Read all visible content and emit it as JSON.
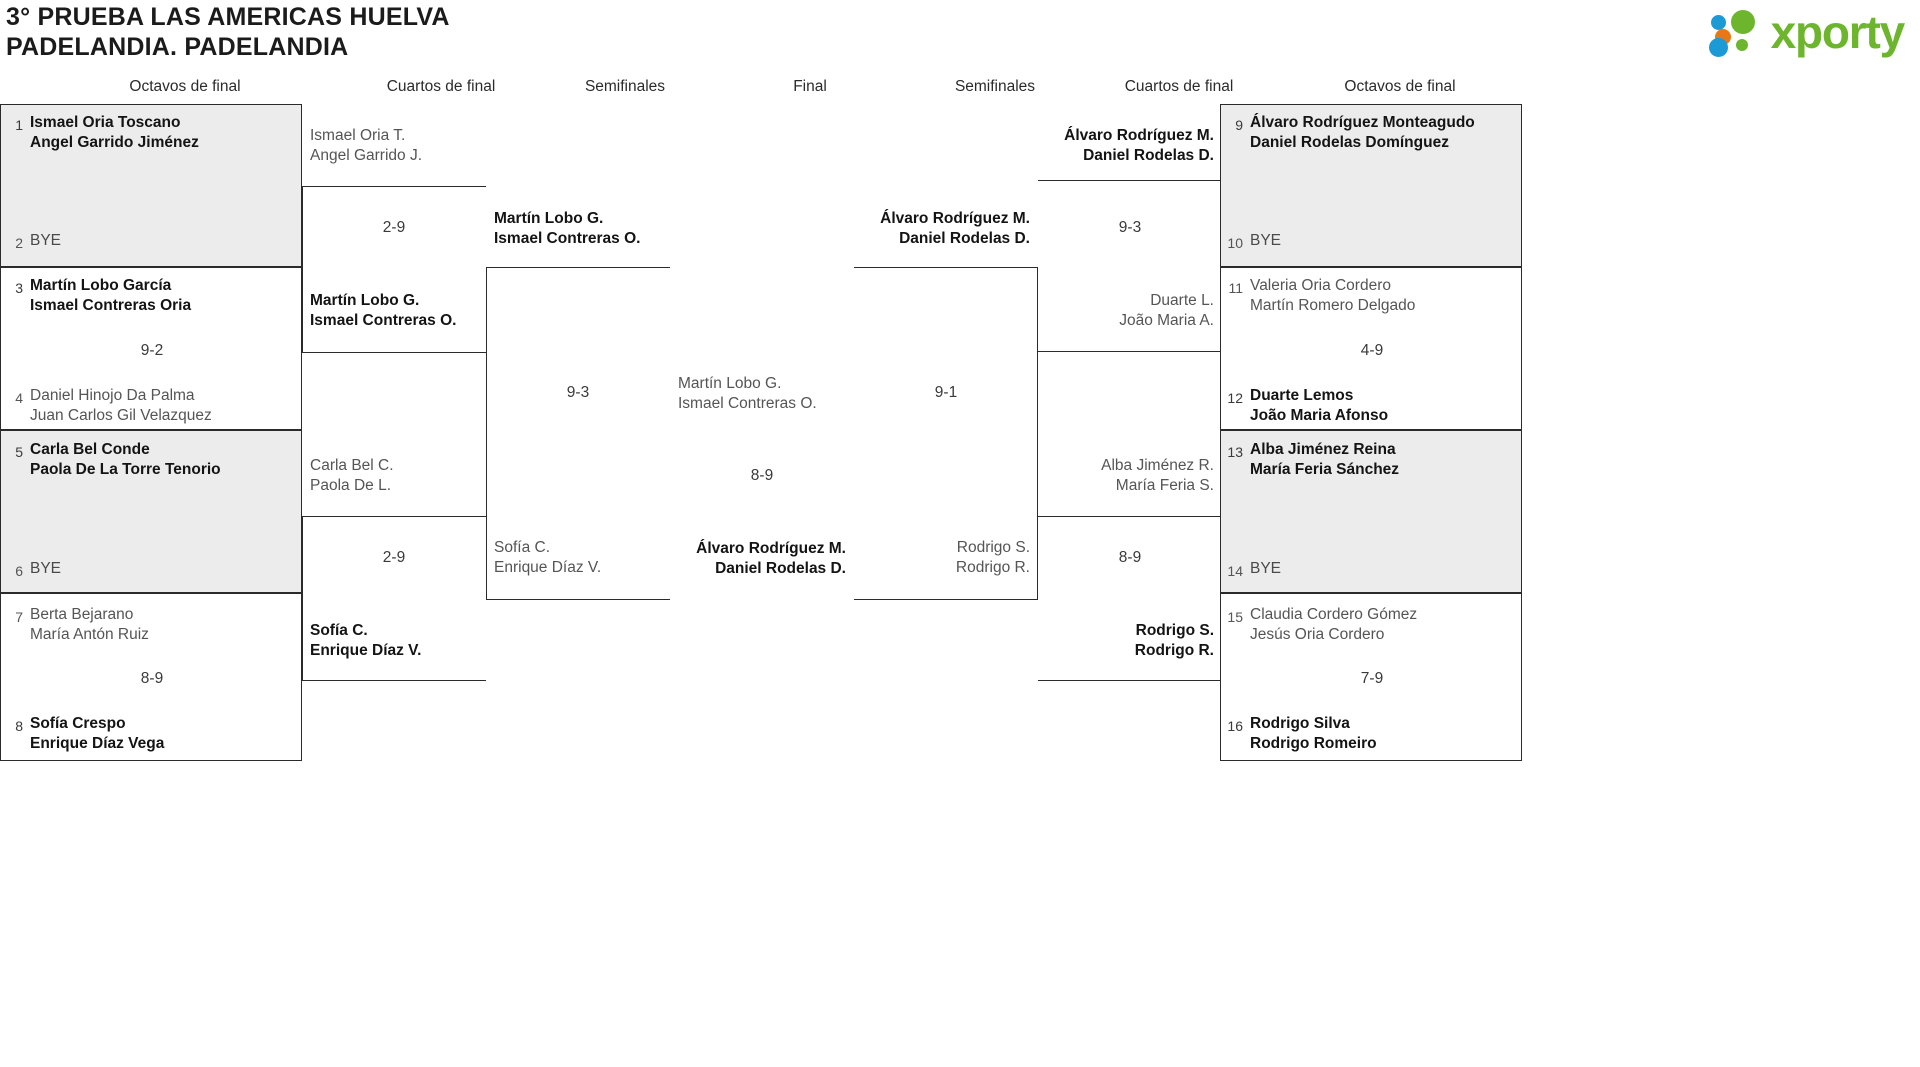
{
  "header": {
    "title": "3° PRUEBA LAS AMERICAS HUELVA\nPADELANDIA. PADELANDIA",
    "logo_text": "xporty",
    "logo_colors": {
      "green": "#6cb52d",
      "blue": "#1b9ad6",
      "orange": "#e8771a"
    }
  },
  "rounds": {
    "r16_left": "Octavos de final",
    "qf_left": "Cuartos de final",
    "sf_left": "Semifinales",
    "final": "Final",
    "sf_right": "Semifinales",
    "qf_right": "Cuartos de final",
    "r16_right": "Octavos de final"
  },
  "bracket": {
    "left_r16": [
      {
        "seed": "1",
        "names": "Ismael Oria Toscano\nAngel Garrido Jiménez",
        "winner": true,
        "bye": false
      },
      {
        "seed": "2",
        "names": "BYE",
        "winner": false,
        "bye": true
      },
      {
        "seed": "3",
        "names": "Martín Lobo García\nIsmael Contreras Oria",
        "winner": true,
        "bye": false
      },
      {
        "seed": "4",
        "names": "Daniel Hinojo Da Palma\nJuan Carlos Gil Velazquez",
        "winner": false,
        "bye": false
      },
      {
        "seed": "5",
        "names": "Carla Bel Conde\nPaola De La Torre Tenorio",
        "winner": true,
        "bye": false
      },
      {
        "seed": "6",
        "names": "BYE",
        "winner": false,
        "bye": true
      },
      {
        "seed": "7",
        "names": "Berta Bejarano\nMaría Antón Ruiz",
        "winner": false,
        "bye": false
      },
      {
        "seed": "8",
        "names": "Sofía Crespo\nEnrique Díaz Vega",
        "winner": true,
        "bye": false
      }
    ],
    "left_r16_scores": [
      "",
      "9-2",
      "",
      "8-9"
    ],
    "right_r16": [
      {
        "seed": "9",
        "names": "Álvaro Rodríguez Monteagudo\nDaniel Rodelas Domínguez",
        "winner": true,
        "bye": false
      },
      {
        "seed": "10",
        "names": "BYE",
        "winner": false,
        "bye": true
      },
      {
        "seed": "11",
        "names": "Valeria Oria Cordero\nMartín Romero Delgado",
        "winner": false,
        "bye": false
      },
      {
        "seed": "12",
        "names": "Duarte Lemos\nJoão Maria Afonso",
        "winner": true,
        "bye": false
      },
      {
        "seed": "13",
        "names": "Alba Jiménez Reina\nMaría Feria Sánchez",
        "winner": true,
        "bye": false
      },
      {
        "seed": "14",
        "names": "BYE",
        "winner": false,
        "bye": true
      },
      {
        "seed": "15",
        "names": "Claudia Cordero Gómez\nJesús Oria Cordero",
        "winner": false,
        "bye": false
      },
      {
        "seed": "16",
        "names": "Rodrigo Silva\nRodrigo Romeiro",
        "winner": true,
        "bye": false
      }
    ],
    "right_r16_scores": [
      "",
      "4-9",
      "",
      "7-9"
    ],
    "left_qf": [
      {
        "names": "Ismael Oria T.\nAngel Garrido J.",
        "winner": false
      },
      {
        "names": "Martín Lobo G.\nIsmael Contreras O.",
        "winner": true
      },
      {
        "names": "Carla Bel C.\nPaola De L.",
        "winner": false
      },
      {
        "names": "Sofía C.\nEnrique Díaz V.",
        "winner": true
      }
    ],
    "left_qf_scores": [
      "2-9",
      "2-9"
    ],
    "right_qf": [
      {
        "names": "Álvaro Rodríguez M.\nDaniel Rodelas D.",
        "winner": true
      },
      {
        "names": "Duarte L.\nJoão Maria A.",
        "winner": false
      },
      {
        "names": "Alba Jiménez R.\nMaría Feria S.",
        "winner": false
      },
      {
        "names": "Rodrigo S.\nRodrigo R.",
        "winner": true
      }
    ],
    "right_qf_scores": [
      "9-3",
      "8-9"
    ],
    "left_sf": [
      {
        "names": "Martín Lobo G.\nIsmael Contreras O.",
        "winner": true
      },
      {
        "names": "Sofía C.\nEnrique Díaz V.",
        "winner": false
      }
    ],
    "left_sf_score": "9-3",
    "right_sf": [
      {
        "names": "Álvaro Rodríguez M.\nDaniel Rodelas D.",
        "winner": true
      },
      {
        "names": "Rodrigo S.\nRodrigo R.",
        "winner": false
      }
    ],
    "right_sf_score": "9-1",
    "final": {
      "finalist_left": {
        "names": "Martín Lobo G.\nIsmael Contreras O.",
        "winner": false
      },
      "score": "8-9",
      "champion": {
        "names": "Álvaro Rodríguez M.\nDaniel Rodelas D.",
        "winner": true
      }
    }
  }
}
